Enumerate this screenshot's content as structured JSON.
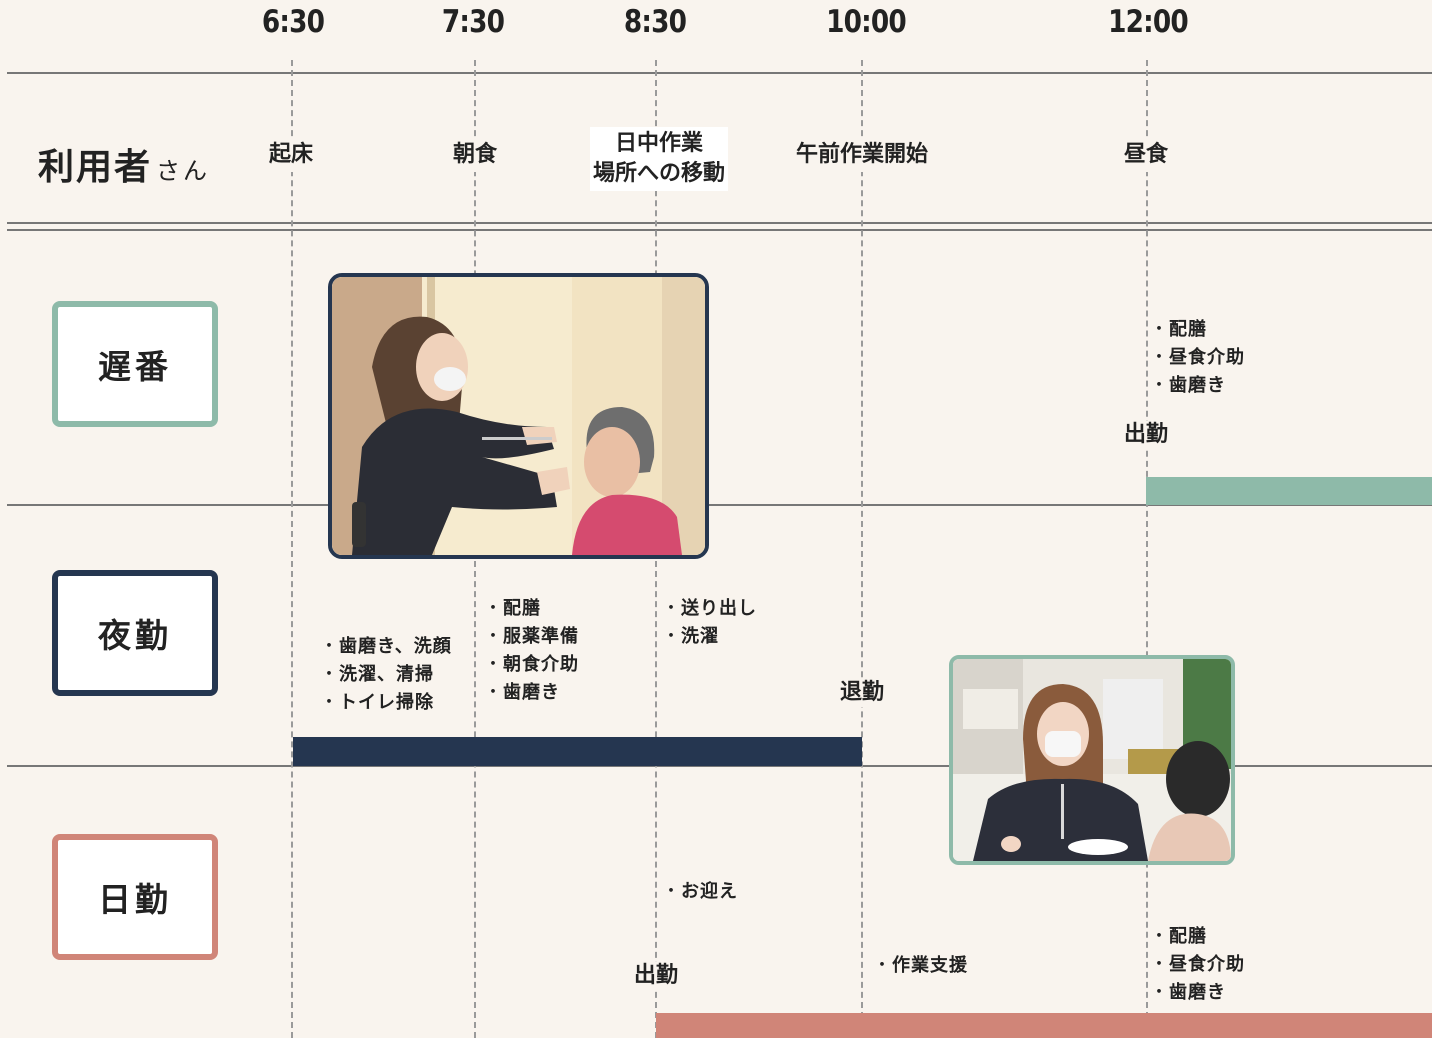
{
  "times": [
    "6:30",
    "7:30",
    "8:30",
    "10:00",
    "12:00"
  ],
  "user_row": {
    "title": "利用者",
    "title_suffix": "さん",
    "events": [
      "起床",
      "朝食",
      "日中作業",
      "場所への移動",
      "午前作業開始",
      "昼食"
    ]
  },
  "shifts": {
    "late": {
      "label": "遅番",
      "color": "#8ebaa9",
      "tasks_noon": [
        "配膳",
        "昼食介助",
        "歯磨き"
      ],
      "start_label": "出勤"
    },
    "night": {
      "label": "夜勤",
      "color": "#253650",
      "tasks_early": [
        "歯磨き、洗顔",
        "洗濯、清掃",
        "トイレ掃除"
      ],
      "tasks_breakfast": [
        "配膳",
        "服薬準備",
        "朝食介助",
        "歯磨き"
      ],
      "tasks_send": [
        "送り出し",
        "洗濯"
      ],
      "end_label": "退勤"
    },
    "day": {
      "label": "日勤",
      "color": "#d08578",
      "tasks_arrive": [
        "お迎え"
      ],
      "start_label": "出勤",
      "tasks_work": [
        "作業支援"
      ],
      "tasks_noon": [
        "配膳",
        "昼食介助",
        "歯磨き"
      ]
    }
  },
  "line_color": "#777777",
  "dash_color": "#9a9a9a"
}
